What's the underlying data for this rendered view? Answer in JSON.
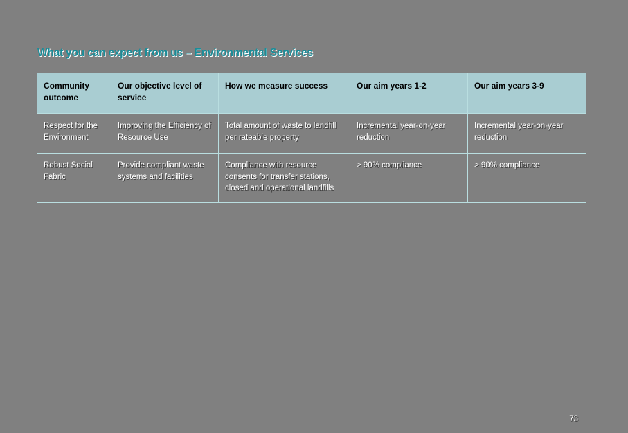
{
  "slide": {
    "title": "What you can expect from us – Environmental Services",
    "page_number": "73",
    "background_color": "#808080",
    "title_color": "#1b8d99",
    "header_fill_color": "#a9cdd2",
    "border_color": "#b9dee0"
  },
  "table": {
    "headers": [
      "Community outcome",
      "Our objective level of service",
      "How we measure success",
      "Our aim years 1-2",
      "Our aim years 3-9"
    ],
    "rows": [
      {
        "outcome": "Respect for the Environment",
        "objective": "Improving the Efficiency of Resource Use",
        "measure": "Total amount of waste to landfill per rateable property",
        "aim_1_2": "Incremental year-on-year reduction",
        "aim_3_9": "Incremental year-on-year reduction"
      },
      {
        "outcome": "Robust Social Fabric",
        "objective": "Provide compliant waste systems and facilities",
        "measure": "Compliance with resource consents for transfer stations, closed and operational landfills",
        "aim_1_2": "> 90% compliance",
        "aim_3_9": "> 90% compliance"
      }
    ]
  }
}
